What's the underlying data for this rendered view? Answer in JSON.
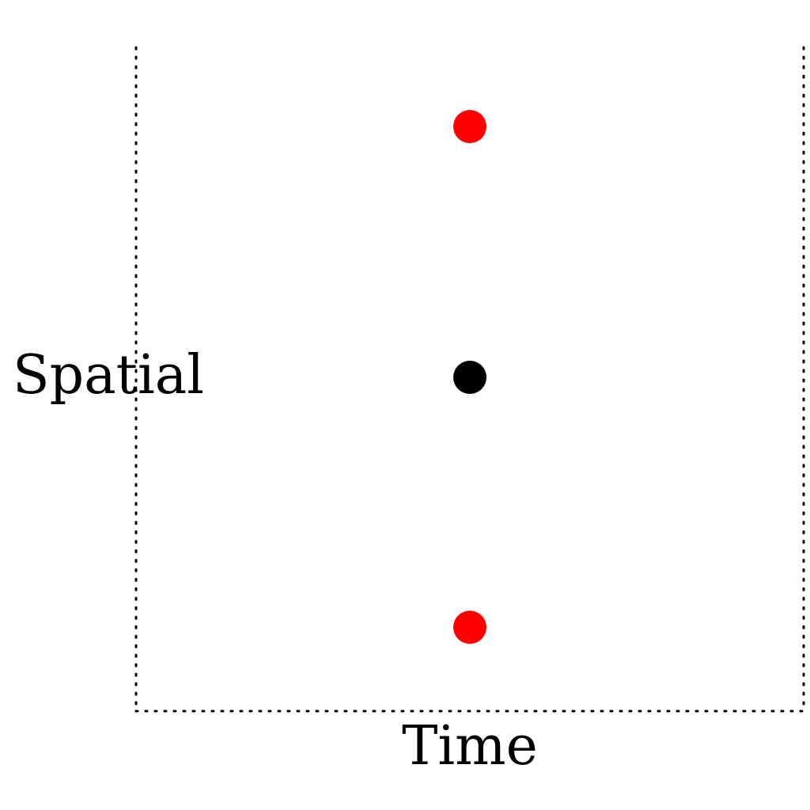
{
  "labels": {
    "x_axis": "Time",
    "y_axis": "Spatial"
  },
  "points": [
    {
      "role": "neighbor-top",
      "color": "#ff0000"
    },
    {
      "role": "center",
      "color": "#000000"
    },
    {
      "role": "neighbor-bottom",
      "color": "#ff0000"
    }
  ],
  "frame": {
    "style": "dotted",
    "color": "#000000"
  }
}
